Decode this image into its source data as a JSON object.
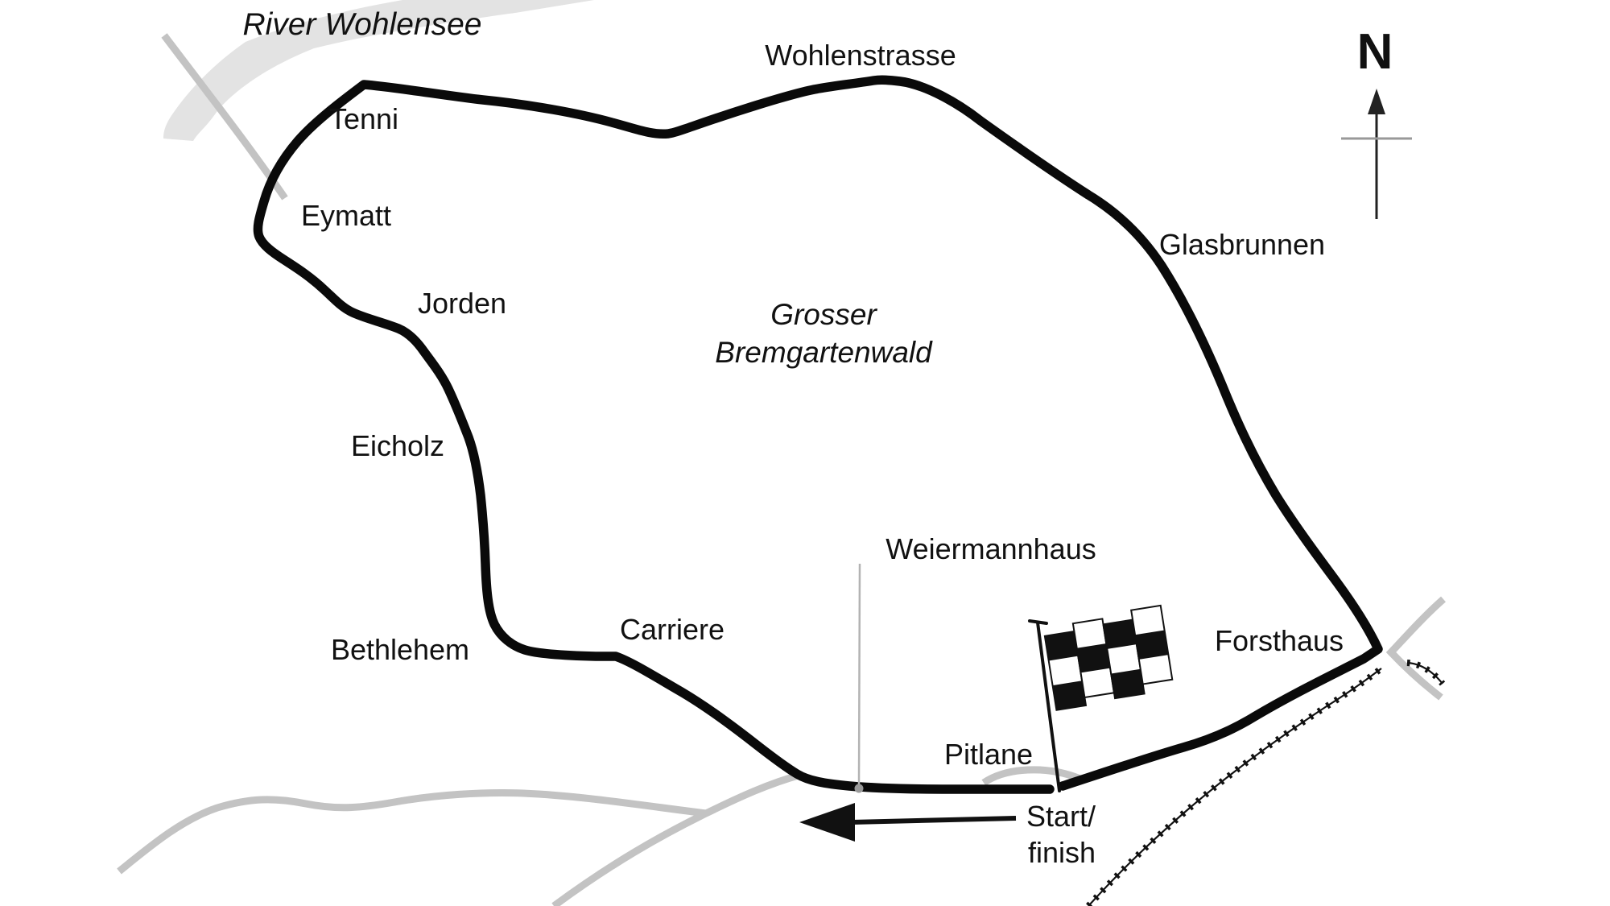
{
  "map": {
    "labels": {
      "river": "River Wohlensee",
      "tenni": "Tenni",
      "eymatt": "Eymatt",
      "jorden": "Jorden",
      "eicholz": "Eicholz",
      "bethlehem": "Bethlehem",
      "carriere": "Carriere",
      "wohlenstrasse": "Wohlenstrasse",
      "glasbrunnen": "Glasbrunnen",
      "forsthaus": "Forsthaus",
      "forest_line1": "Grosser",
      "forest_line2": "Bremgartenwald",
      "weiermannhaus": "Weiermannhaus",
      "pitlane": "Pitlane",
      "start_line1": "Start/",
      "start_line2": "finish",
      "compass_north": "N"
    },
    "icons": {
      "flag": "checkered-flag-icon",
      "compass": "north-arrow-icon",
      "direction": "race-direction-arrow-icon",
      "railway": "railway-line"
    },
    "colors": {
      "background": "#ffffff",
      "track": "#0a0a0a",
      "river": "#e3e3e3",
      "road": "#c3c3c3",
      "rail": "#111111",
      "text": "#111111"
    }
  }
}
